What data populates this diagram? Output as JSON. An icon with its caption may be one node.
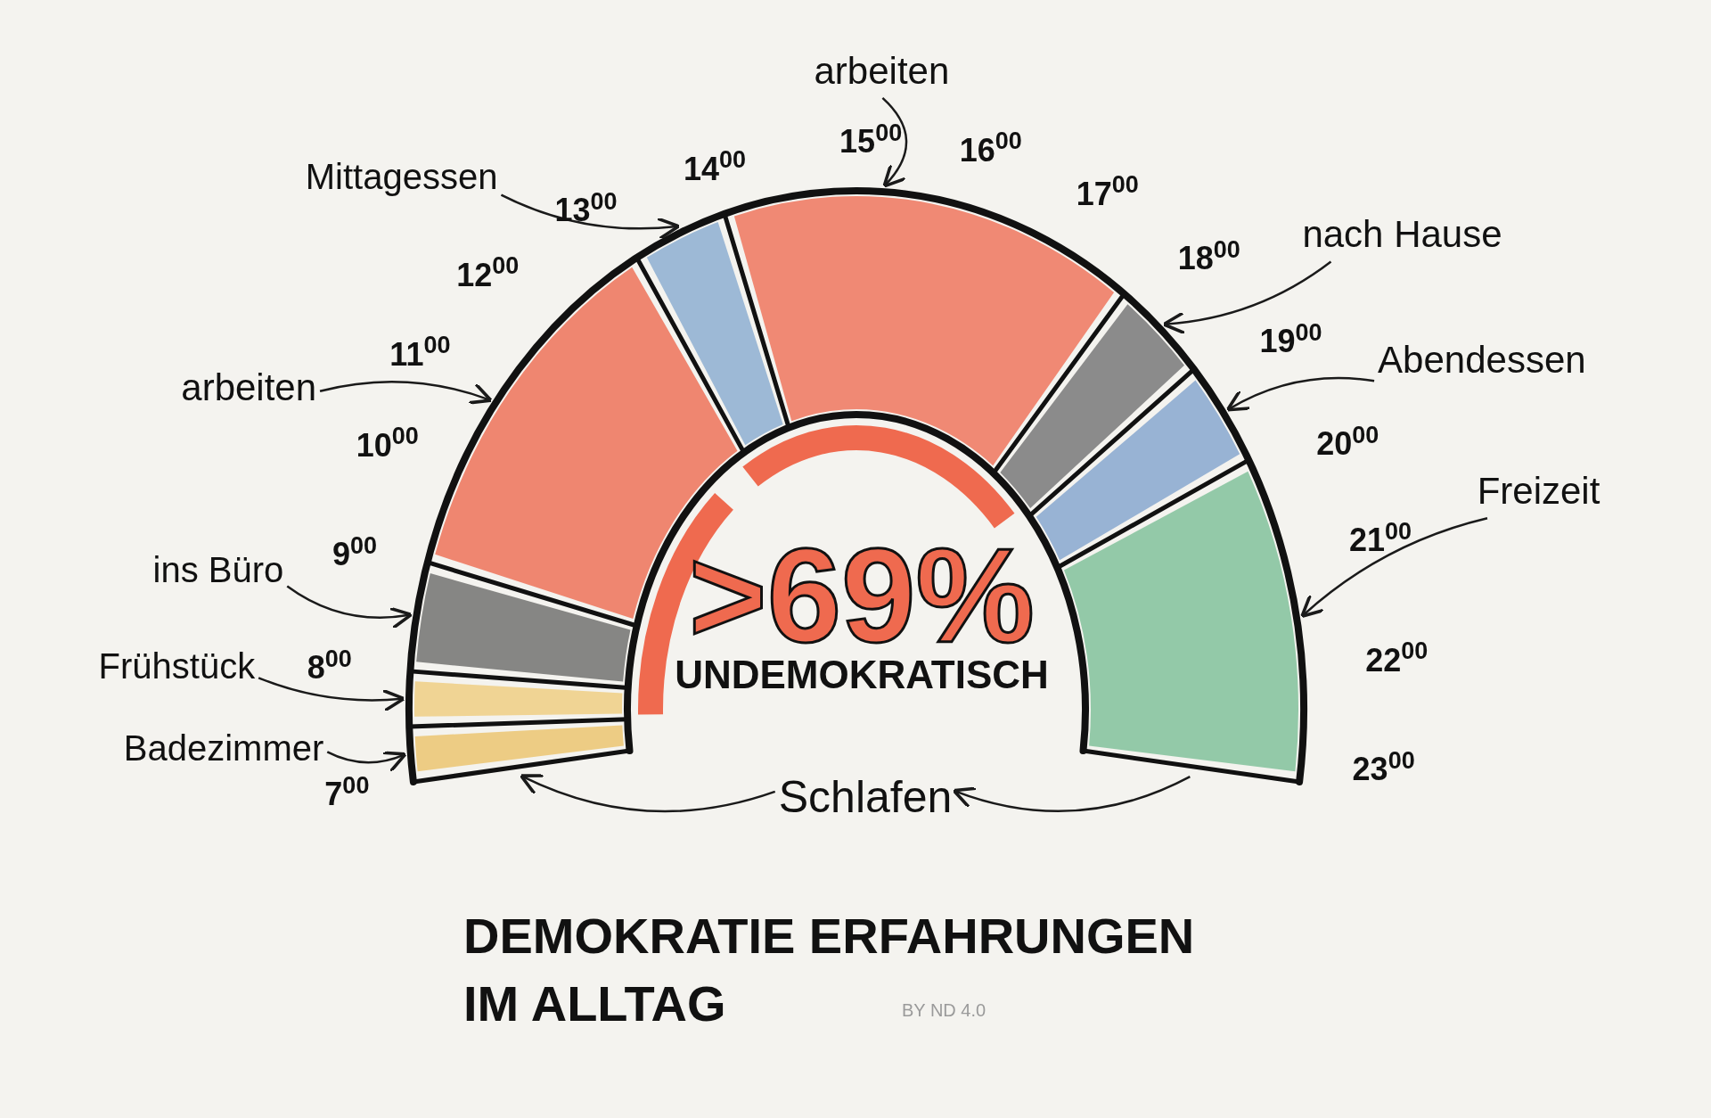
{
  "diagram": {
    "title": "DEMOKRATIE ERFAHRUNGEN IM ALLTAG",
    "nodes": [
      {
        "text": [
          "arbeiten"
        ]
      },
      {
        "text": [
          "Mittagessen"
        ]
      },
      {
        "text": [
          "nach Hause"
        ]
      },
      {
        "text": [
          "arbeiten"
        ]
      },
      {
        "text": [
          "Abendessen"
        ]
      },
      {
        "text": [
          "Freizeit"
        ]
      },
      {
        "text": [
          "ins Büro"
        ]
      },
      {
        "text": [
          "Frühstück"
        ]
      },
      {
        "text": [
          "Badezimmer"
        ]
      },
      {
        "text": [
          "Schlafen"
        ]
      },
      {
        "text": [],
        "shape": "band"
      },
      {
        "text": [],
        "shape": "band"
      },
      {
        "text": [],
        "shape": "band"
      },
      {
        "text": [],
        "shape": "band"
      },
      {
        "text": [],
        "shape": "band"
      },
      {
        "text": [],
        "shape": "band"
      },
      {
        "text": [],
        "shape": "band"
      },
      {
        "text": [],
        "shape": "band"
      },
      {
        "text": [],
        "shape": "band"
      }
    ],
    "edges": [
      {
        "from": 0,
        "to": 15,
        "arrow": "to"
      },
      {
        "from": 1,
        "to": 14,
        "arrow": "to"
      },
      {
        "from": 2,
        "to": 16,
        "arrow": "to"
      },
      {
        "from": 3,
        "to": 13,
        "arrow": "to"
      },
      {
        "from": 4,
        "to": 17,
        "arrow": "to"
      },
      {
        "from": 5,
        "to": 18,
        "arrow": "to"
      },
      {
        "from": 6,
        "to": 12,
        "arrow": "to"
      },
      {
        "from": 7,
        "to": 11,
        "arrow": "to"
      },
      {
        "from": 8,
        "to": 10,
        "arrow": "to"
      },
      {
        "from": 18,
        "to": 9,
        "arrow": "to"
      },
      {
        "from": 9,
        "to": 10,
        "arrow": "to"
      }
    ],
    "labels": [
      "7$^{00}$",
      "8$^{00}$",
      "9$^{00}$",
      "10$^{00}$",
      "11$^{00}$",
      "12$^{00}$",
      "13$^{00}$",
      "14$^{00}$",
      "15$^{00}$",
      "16$^{00}$",
      "17$^{00}$",
      "18$^{00}$",
      "19$^{00}$",
      "20$^{00}$",
      "21$^{00}$",
      "22$^{00}$",
      "23$^{00}$",
      ">69%",
      "UNDEMOKRATISCH",
      "BY ND 4.0"
    ]
  }
}
